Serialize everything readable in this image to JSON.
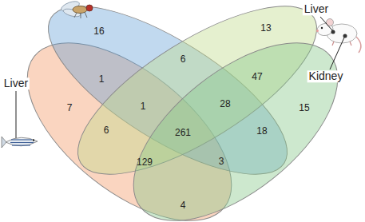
{
  "diagram": {
    "labels": [
      "Liver",
      "13",
      "16",
      "6",
      "Kidney",
      "47",
      "1",
      "Liver",
      "1",
      "7",
      "28",
      "15",
      "6",
      "18",
      "261",
      "129",
      "3",
      "4"
    ]
  }
}
